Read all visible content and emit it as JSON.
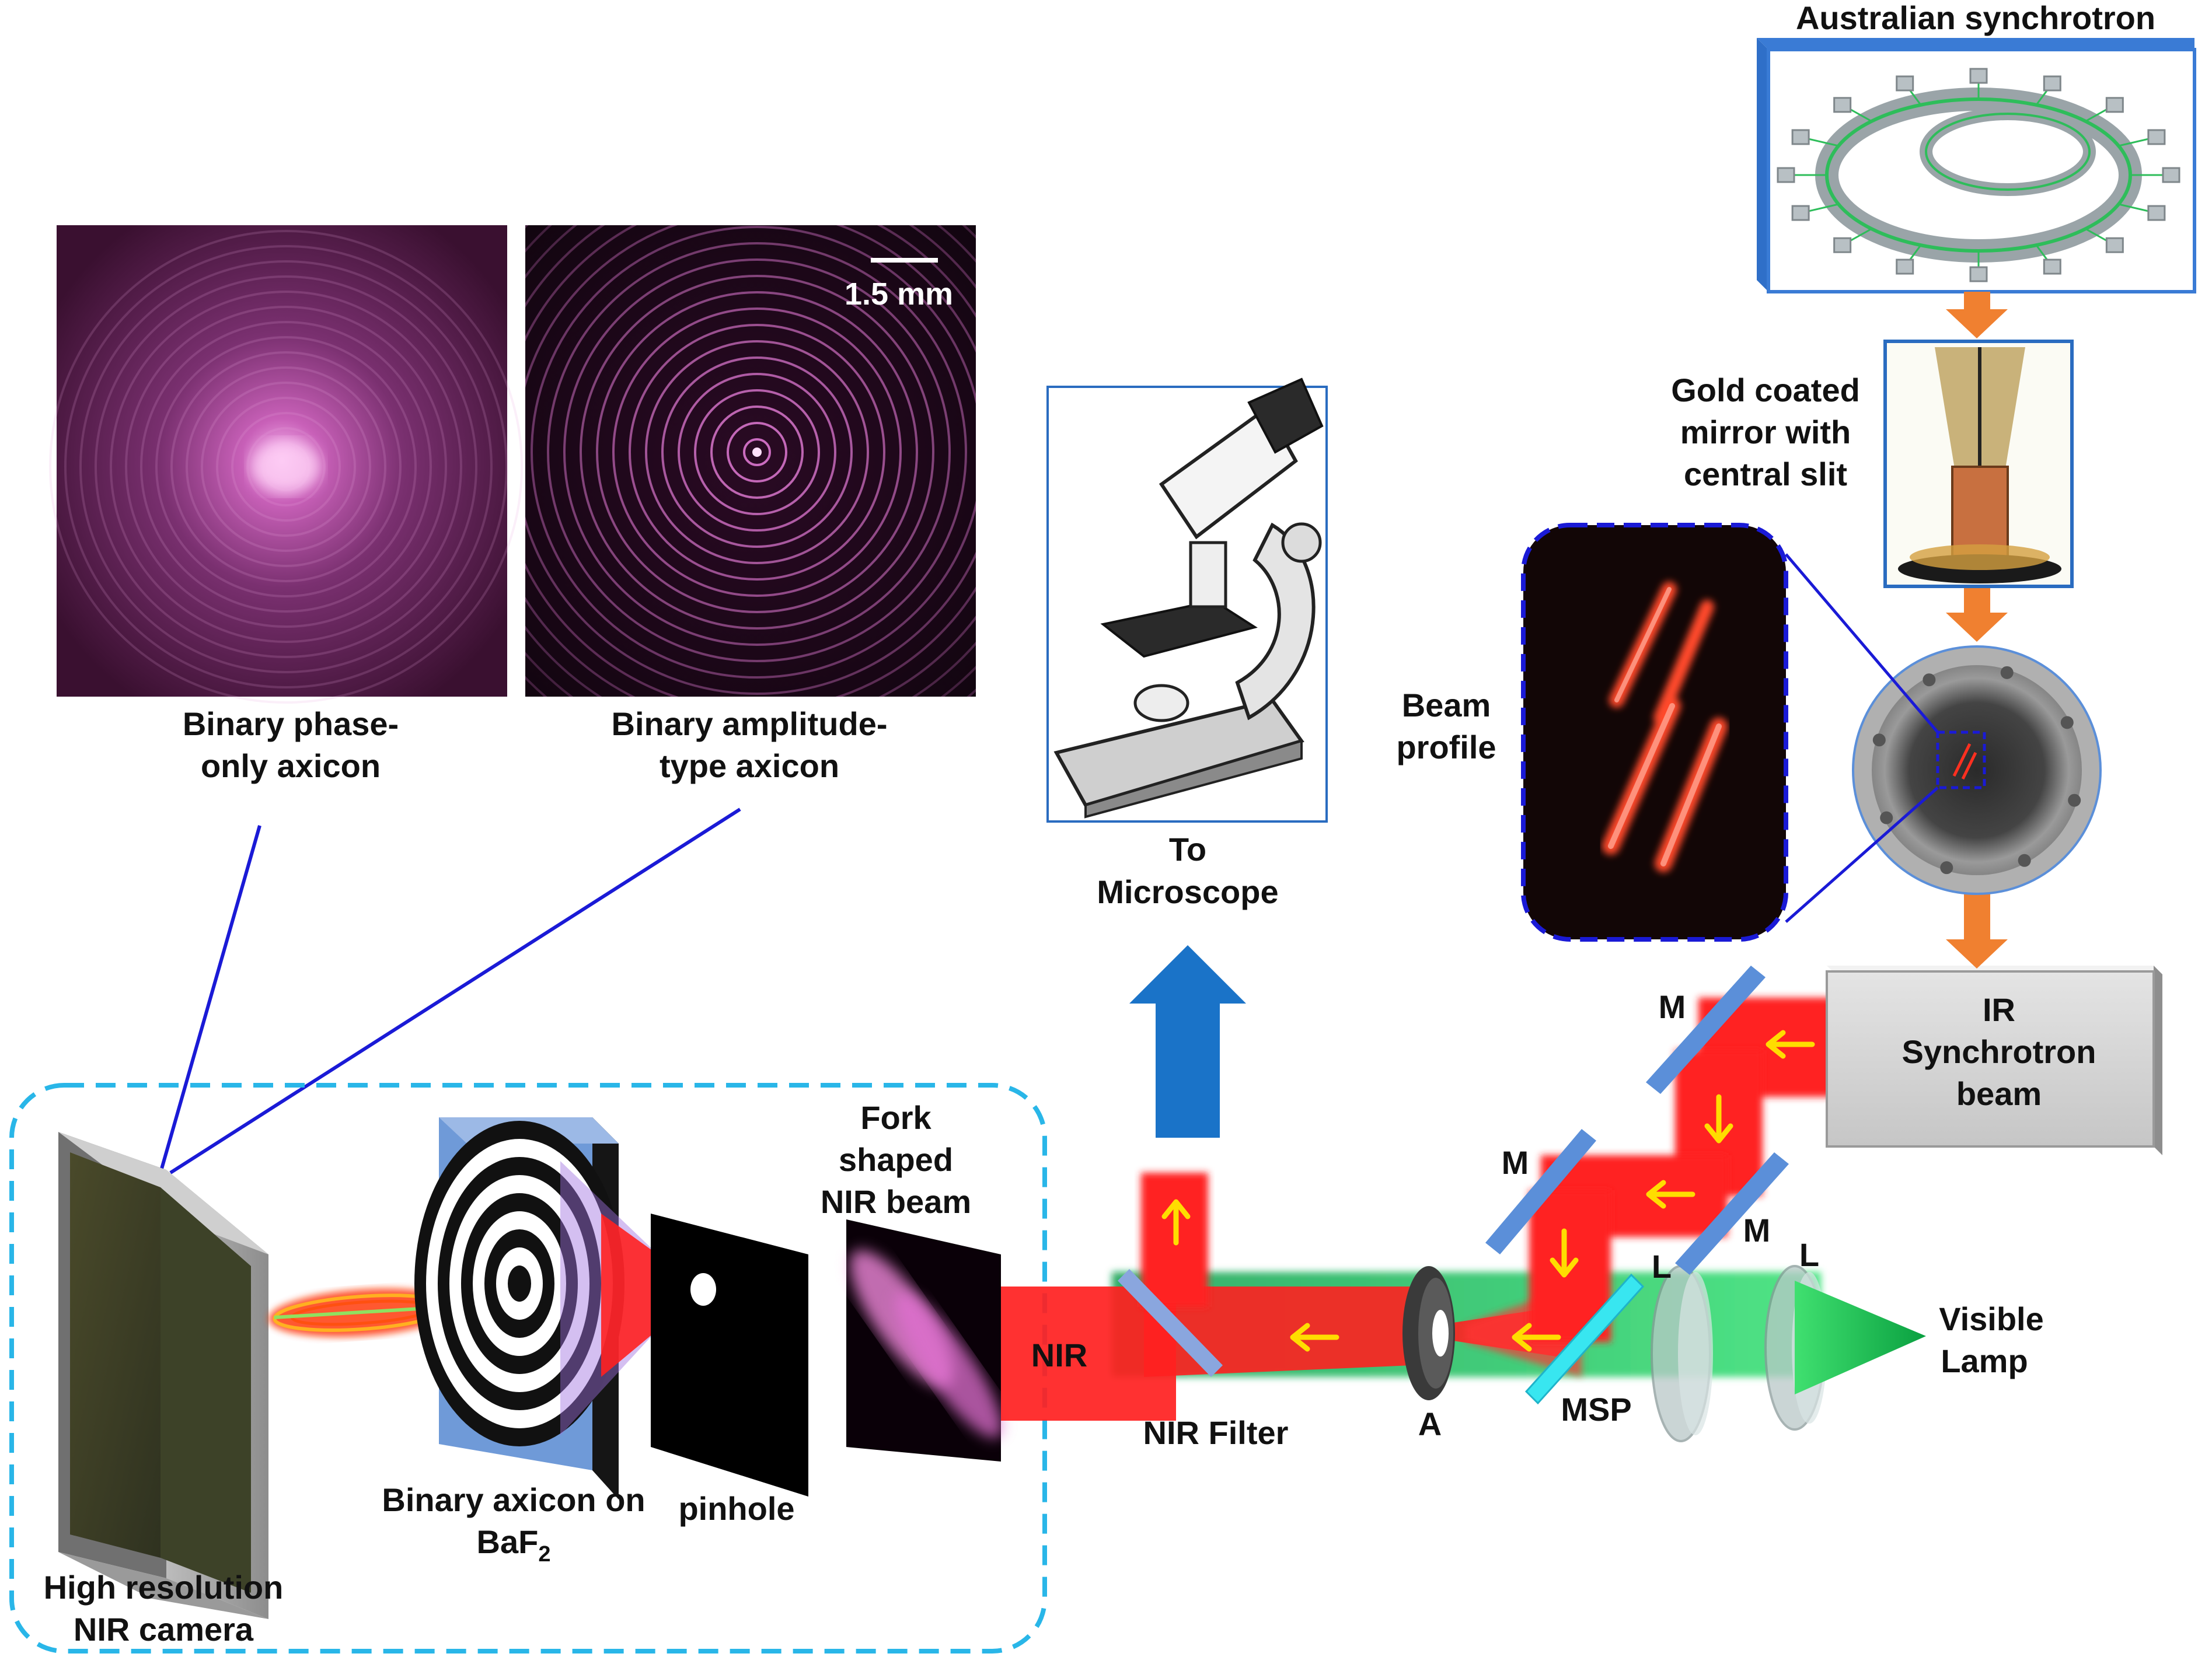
{
  "labels": {
    "australian_synchrotron": "Australian synchrotron",
    "gold_mirror": [
      "Gold coated",
      "mirror with",
      "central slit"
    ],
    "beam_profile": [
      "Beam",
      "profile"
    ],
    "ir_synchrotron_beam": [
      "IR",
      "Synchrotron",
      "beam"
    ],
    "mirror_m": "M",
    "lens_l": "L",
    "visible_lamp": [
      "Visible",
      "Lamp"
    ],
    "msp": "MSP",
    "aperture_a": "A",
    "nir_filter": "NIR Filter",
    "nir": "NIR",
    "to_microscope": [
      "To",
      "Microscope"
    ],
    "fork_beam": [
      "Fork",
      "shaped",
      "NIR beam"
    ],
    "pinhole": "pinhole",
    "binary_axicon_on": "Binary axicon on",
    "baf_base": "BaF",
    "baf_sub": "2",
    "nir_camera": [
      "High resolution",
      "NIR camera"
    ],
    "phase_axicon": [
      "Binary phase-",
      "only axicon"
    ],
    "amplitude_axicon": [
      "Binary amplitude-",
      "type axicon"
    ],
    "scale_bar": "1.5 mm"
  },
  "colors": {
    "ir_beam": "#ff2020",
    "visible_beam": "#22cc66",
    "arrow_orange": "#f08030",
    "arrow_blue": "#1a73c8",
    "dashed_box": "#29b6e8",
    "callout_line": "#1a1ad6",
    "axicon_glass": "#6f9ad8",
    "beam_arrow_yellow": "#ffdd00",
    "msp_cyan": "#38e6f0",
    "mirror_blue": "#5b8fd9"
  }
}
